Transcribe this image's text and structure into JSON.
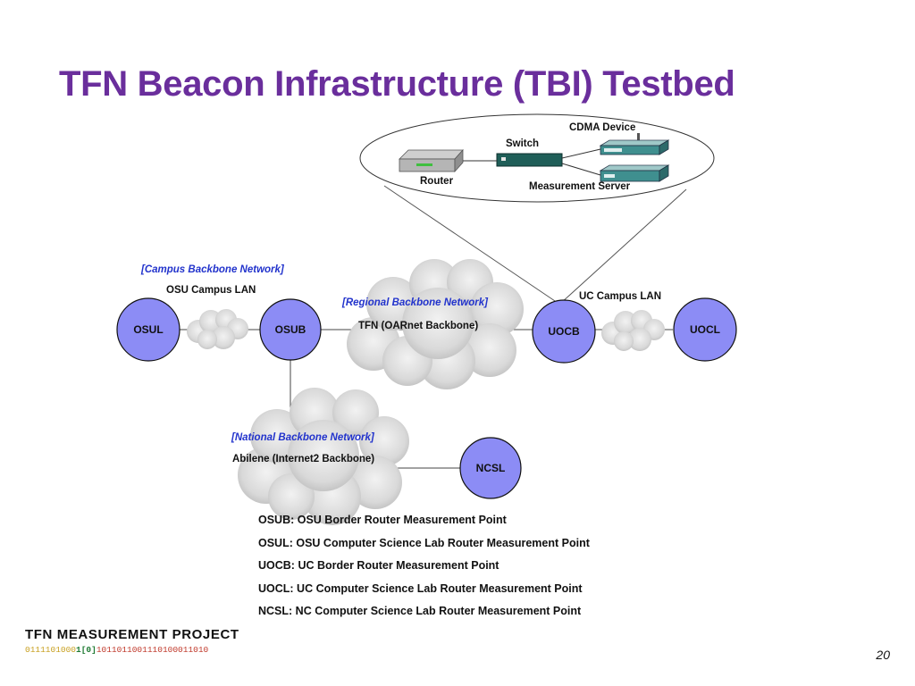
{
  "slide": {
    "title": "TFN Beacon Infrastructure (TBI) Testbed",
    "page_number": "20"
  },
  "zoom_inset": {
    "cdma_device": "CDMA Device",
    "switch": "Switch",
    "router": "Router",
    "measurement_server": "Measurement Server"
  },
  "networks": {
    "campus_backbone": "[Campus Backbone Network]",
    "osu_lan": "OSU Campus LAN",
    "regional_backbone": "[Regional Backbone Network]",
    "tfn": "TFN (OARnet Backbone)",
    "uc_lan": "UC Campus LAN",
    "national_backbone": "[National Backbone Network]",
    "abilene": "Abilene (Internet2 Backbone)"
  },
  "nodes": {
    "osul": "OSUL",
    "osub": "OSUB",
    "uocb": "UOCB",
    "uocl": "UOCL",
    "ncsl": "NCSL"
  },
  "legend": [
    "OSUB: OSU Border Router Measurement Point",
    "OSUL: OSU Computer Science Lab Router Measurement Point",
    "UOCB: UC Border Router Measurement Point",
    "UOCL: UC Computer Science Lab Router Measurement Point",
    "NCSL: NC Computer Science Lab Router Measurement Point"
  ],
  "footer": {
    "brand": "TFN MEASUREMENT PROJECT",
    "bits_left": "0111101000",
    "bits_mid": "1[0]",
    "bits_right": "1011011001110100011010"
  },
  "colors": {
    "title": "#6a2e9c",
    "node_fill": "#8c8cf5",
    "network_label": "#2233cc"
  }
}
